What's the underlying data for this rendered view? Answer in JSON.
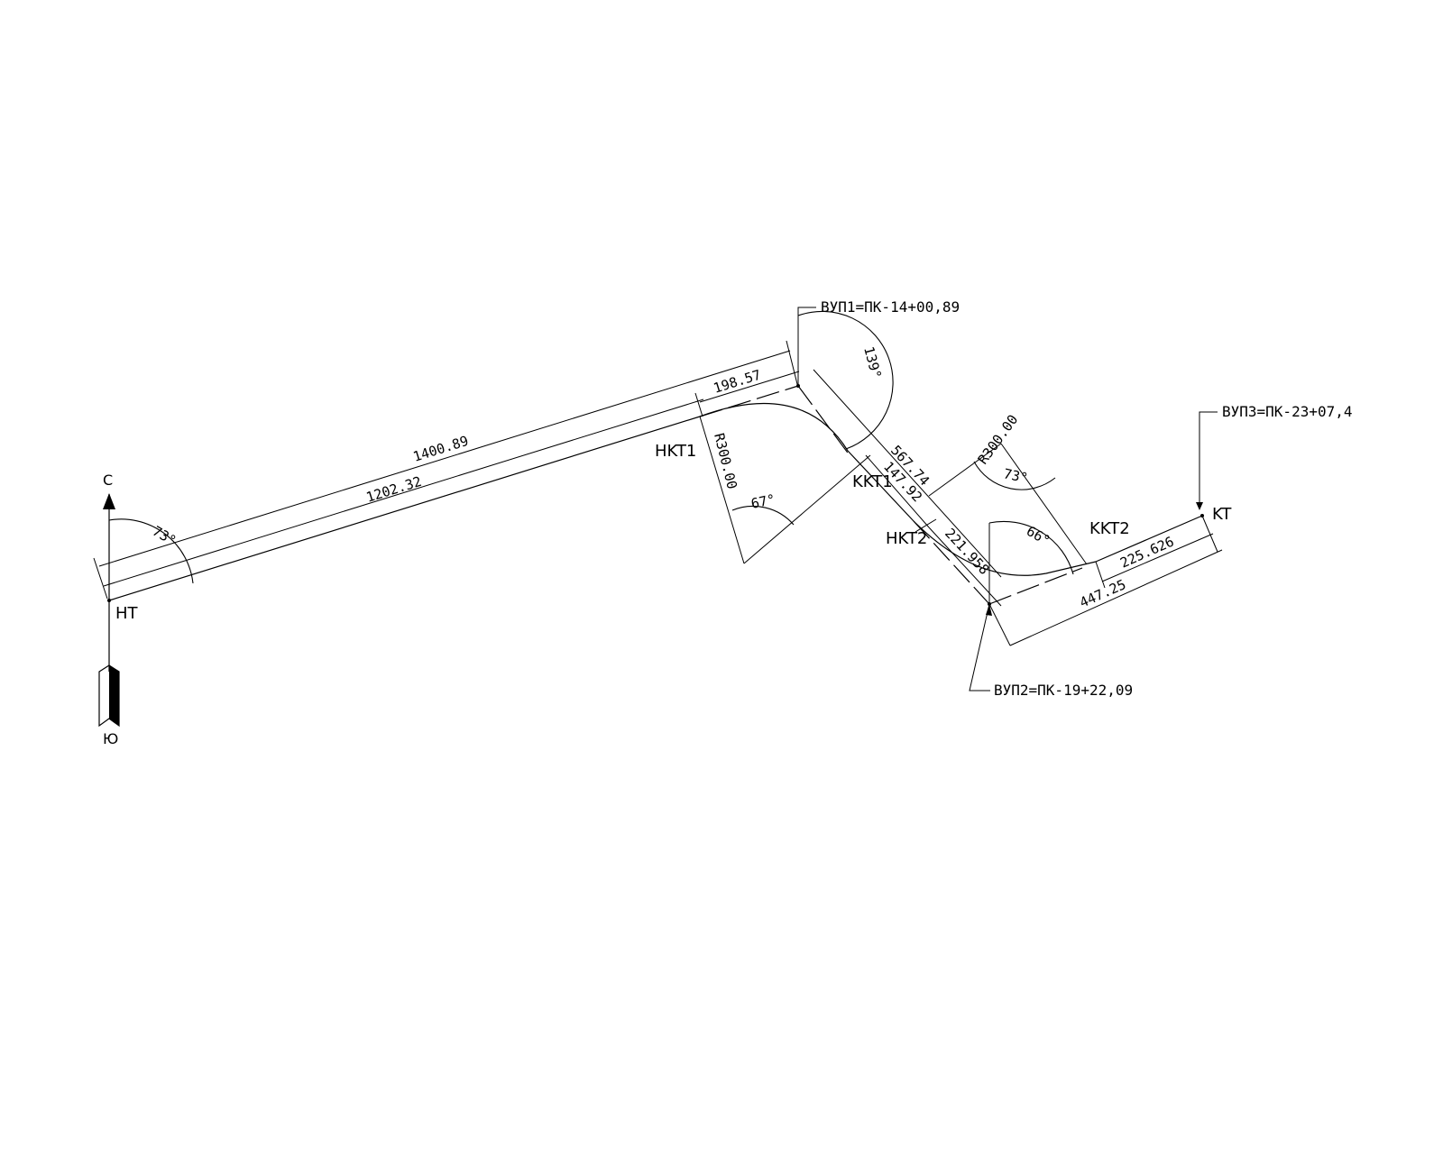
{
  "compass": {
    "north": "С",
    "south": "Ю"
  },
  "points": {
    "start": "HT",
    "end": "KT",
    "curve1_start": "HKT1",
    "curve1_end": "KKT1",
    "curve2_start": "HKT2",
    "curve2_end": "KKT2"
  },
  "callouts": {
    "vup1": "ВУП1=ПК-14+00,89",
    "vup2": "ВУП2=ПК-19+22,09",
    "vup3": "ВУП3=ПК-23+07,4"
  },
  "dimensions": {
    "seg1_total": "1400.89",
    "seg1_straight": "1202.32",
    "seg1_tangent": "198.57",
    "seg2_total": "567.74",
    "seg2_straight": "147.92",
    "seg2_tangent": "221.958",
    "seg3_total": "447.25",
    "seg3_straight": "225.626"
  },
  "radii": {
    "r1": "R300.00",
    "r2": "R300.00"
  },
  "angles": {
    "a1": "73°",
    "a2": "139°",
    "a3": "67°",
    "a4": "73°",
    "a5": "66°"
  }
}
